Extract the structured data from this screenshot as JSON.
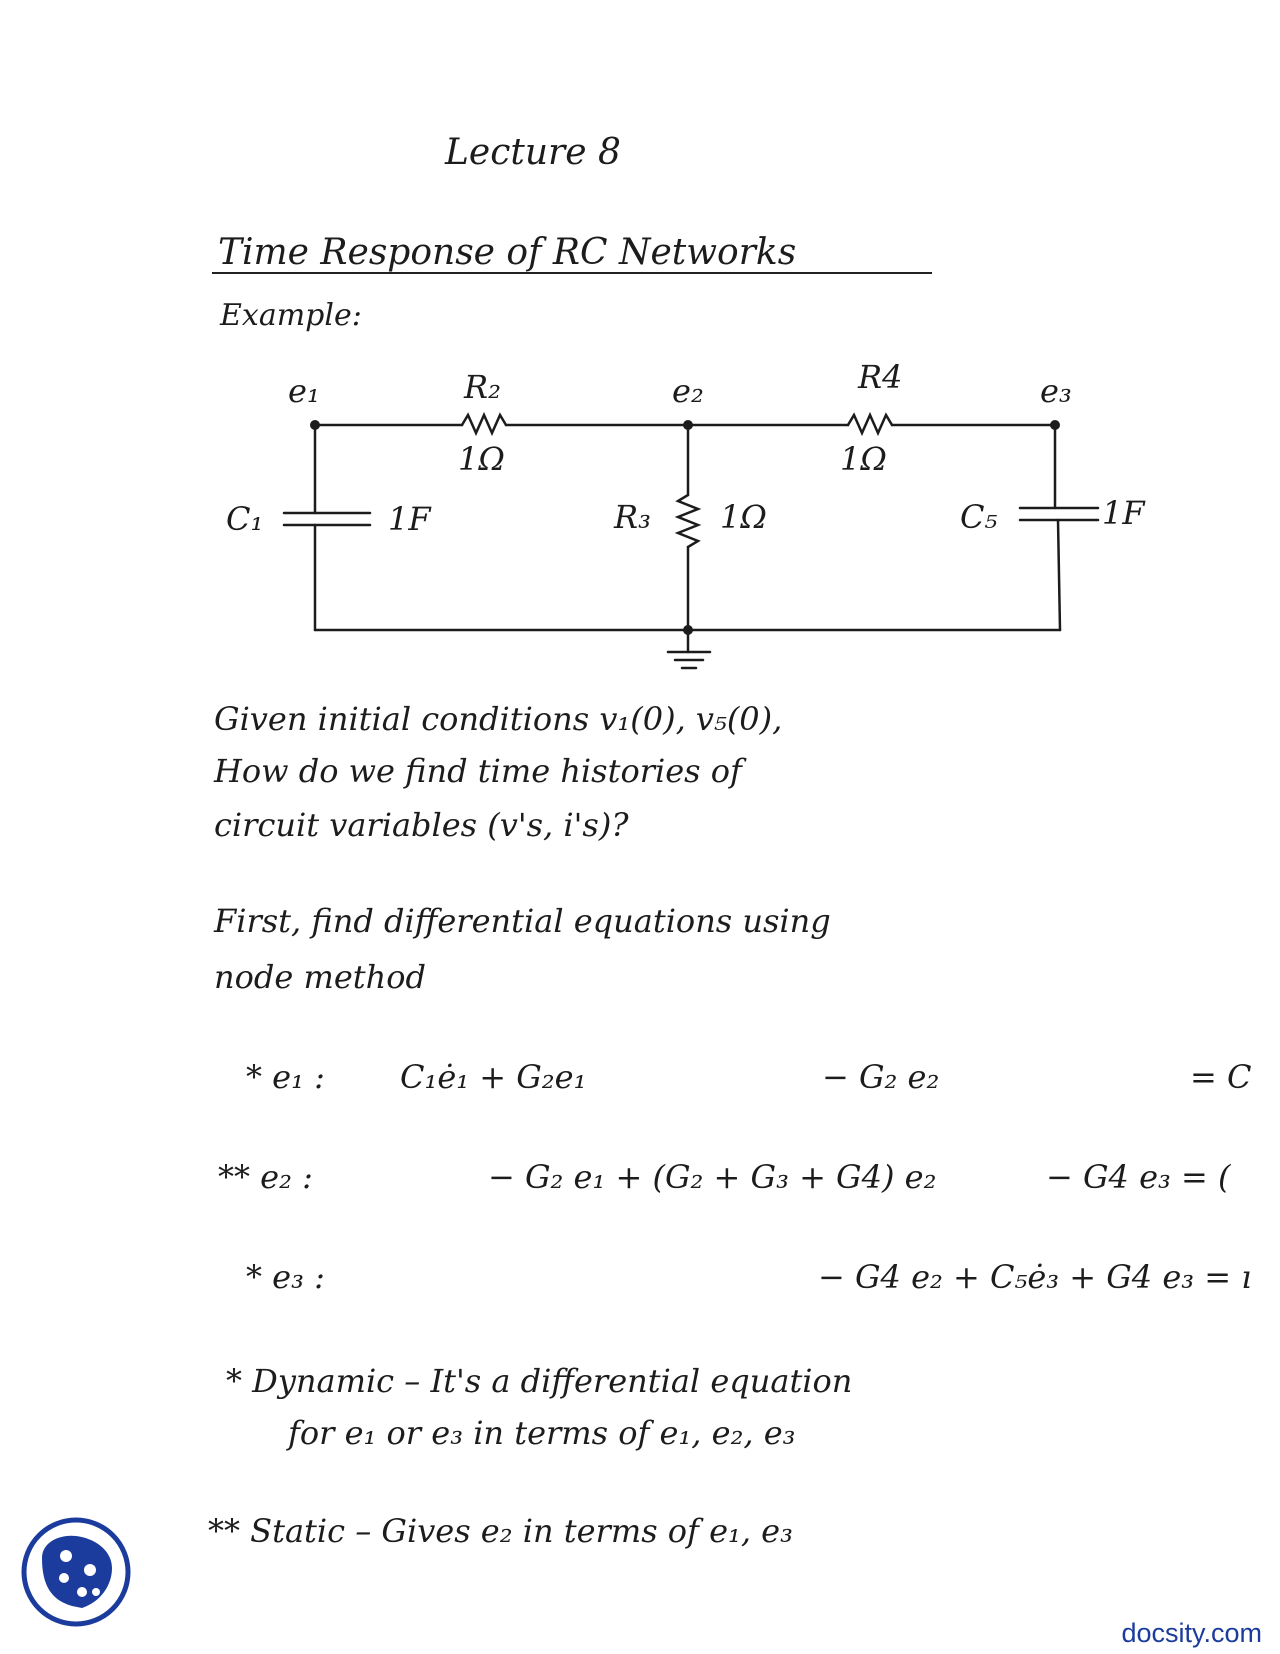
{
  "lecture_title": "Lecture 8",
  "section_heading": "Time Response of RC Networks",
  "example_label": "Example:",
  "circuit": {
    "node_e1": "e₁",
    "node_e2": "e₂",
    "node_e3": "e₃",
    "r2_label": "R₂",
    "r2_value": "1Ω",
    "r4_label": "R4",
    "r4_value": "1Ω",
    "r3_label": "R₃",
    "r3_value": "1Ω",
    "c1_label": "C₁",
    "c1_value": "1F",
    "c5_label": "C₅",
    "c5_value": "1F"
  },
  "question": {
    "line1": "Given   initial conditions  v₁(0), v₅(0),",
    "line2": "How   do   we   find   time  histories   of",
    "line3": "circuit  variables   (v's, i's)?"
  },
  "method": {
    "line1": "First,  find   differential  equations  using",
    "line2": "node   method"
  },
  "equations": [
    {
      "label": "* e₁ :",
      "lhs": "C₁ė₁ + G₂e₁",
      "mid": "− G₂ e₂",
      "rhs": "= C"
    },
    {
      "label": "** e₂ :",
      "lhs": "",
      "mid": "− G₂ e₁ + (G₂ + G₃ + G4) e₂",
      "rhs": "− G4 e₃ = ("
    },
    {
      "label": "* e₃ :",
      "lhs": "",
      "mid": "− G4 e₂ + C₅ė₃ + G4 e₃ = ı",
      "rhs": ""
    }
  ],
  "notes": {
    "dynamic_line1": "*  Dynamic  –  It's  a  differential  equation",
    "dynamic_line2": "for  e₁  or  e₃  in  terms  of  e₁, e₂, e₃",
    "static_line": "**  Static  –  Gives  e₂  in  terms  of   e₁, e₃"
  },
  "watermark": "docsity.com",
  "colors": {
    "ink": "#1c1c1c",
    "brand": "#1b3c9c"
  }
}
